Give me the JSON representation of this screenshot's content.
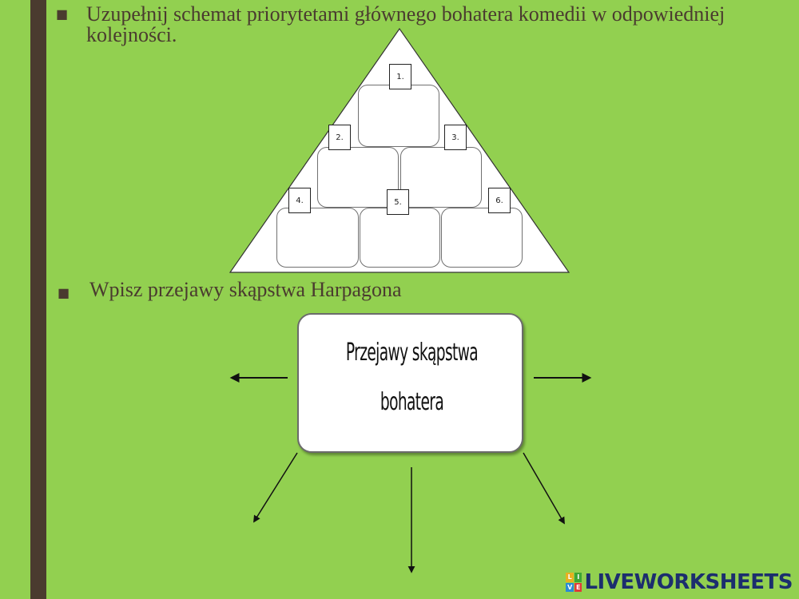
{
  "instructions": [
    {
      "bullet": "■",
      "text": "Uzupełnij schemat priorytetami głównego bohatera komedii w odpowiedniej kolejności."
    },
    {
      "bullet": "■",
      "text": "Wpisz przejawy skąpstwa Harpagona"
    }
  ],
  "pyramid": {
    "labels": [
      "1.",
      "2.",
      "3.",
      "4.",
      "5.",
      "6."
    ]
  },
  "mindmap": {
    "center_line1": "Przejawy skąpstwa",
    "center_line2": "bohatera"
  },
  "logo": {
    "letters": [
      "L",
      "I",
      "V",
      "E"
    ],
    "text": "LIVEWORKSHEETS"
  },
  "colors": {
    "background": "#92d050",
    "bar": "#4a3b2f",
    "text": "#4a3b2f",
    "logo_text": "#1c2e6e"
  }
}
